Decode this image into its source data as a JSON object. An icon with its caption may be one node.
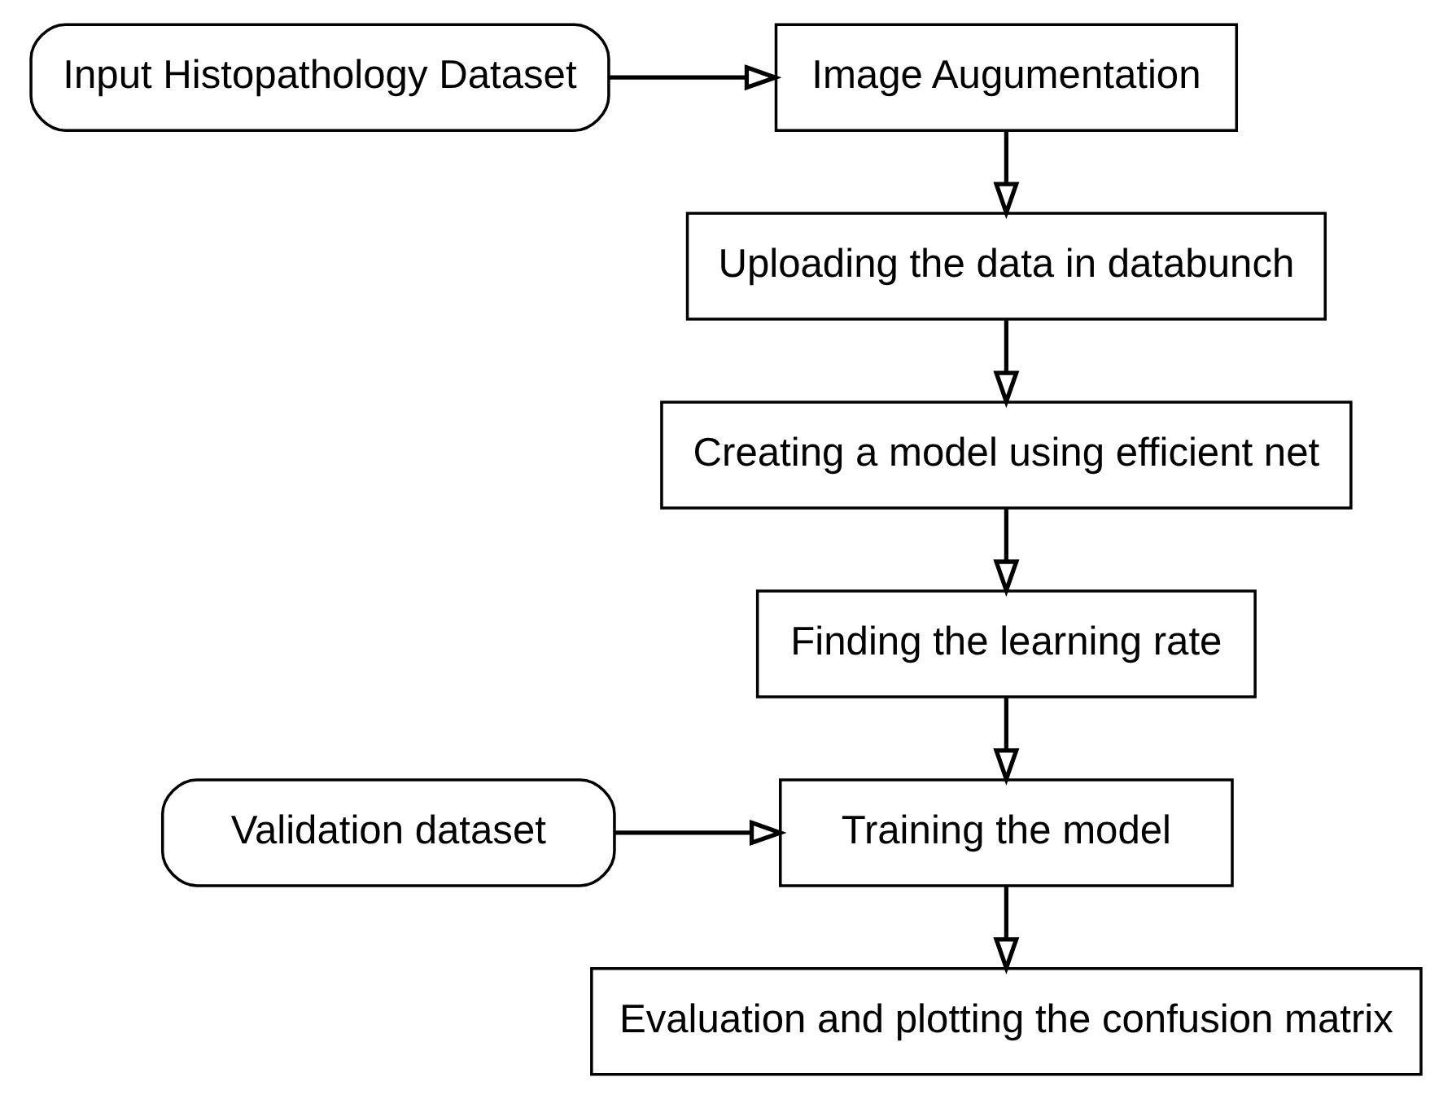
{
  "diagram": {
    "nodes": [
      {
        "text": [
          "Input Histopathology Dataset"
        ]
      },
      {
        "text": [
          "Image Augumentation"
        ]
      },
      {
        "text": [
          "Uploading the data in databunch"
        ]
      },
      {
        "text": [
          "Creating a model using efficient net"
        ]
      },
      {
        "text": [
          "Finding the learning rate"
        ]
      },
      {
        "text": [
          "Validation dataset"
        ]
      },
      {
        "text": [
          "Training the model"
        ]
      },
      {
        "text": [
          "Evaluation and plotting the confusion matrix"
        ]
      }
    ],
    "edges": [
      {
        "from": 0,
        "to": 1,
        "arrow": "to"
      },
      {
        "from": 1,
        "to": 2,
        "arrow": "to"
      },
      {
        "from": 2,
        "to": 3,
        "arrow": "to"
      },
      {
        "from": 3,
        "to": 4,
        "arrow": "to"
      },
      {
        "from": 4,
        "to": 6,
        "arrow": "to"
      },
      {
        "from": 5,
        "to": 6,
        "arrow": "to"
      },
      {
        "from": 6,
        "to": 7,
        "arrow": "to"
      }
    ]
  }
}
